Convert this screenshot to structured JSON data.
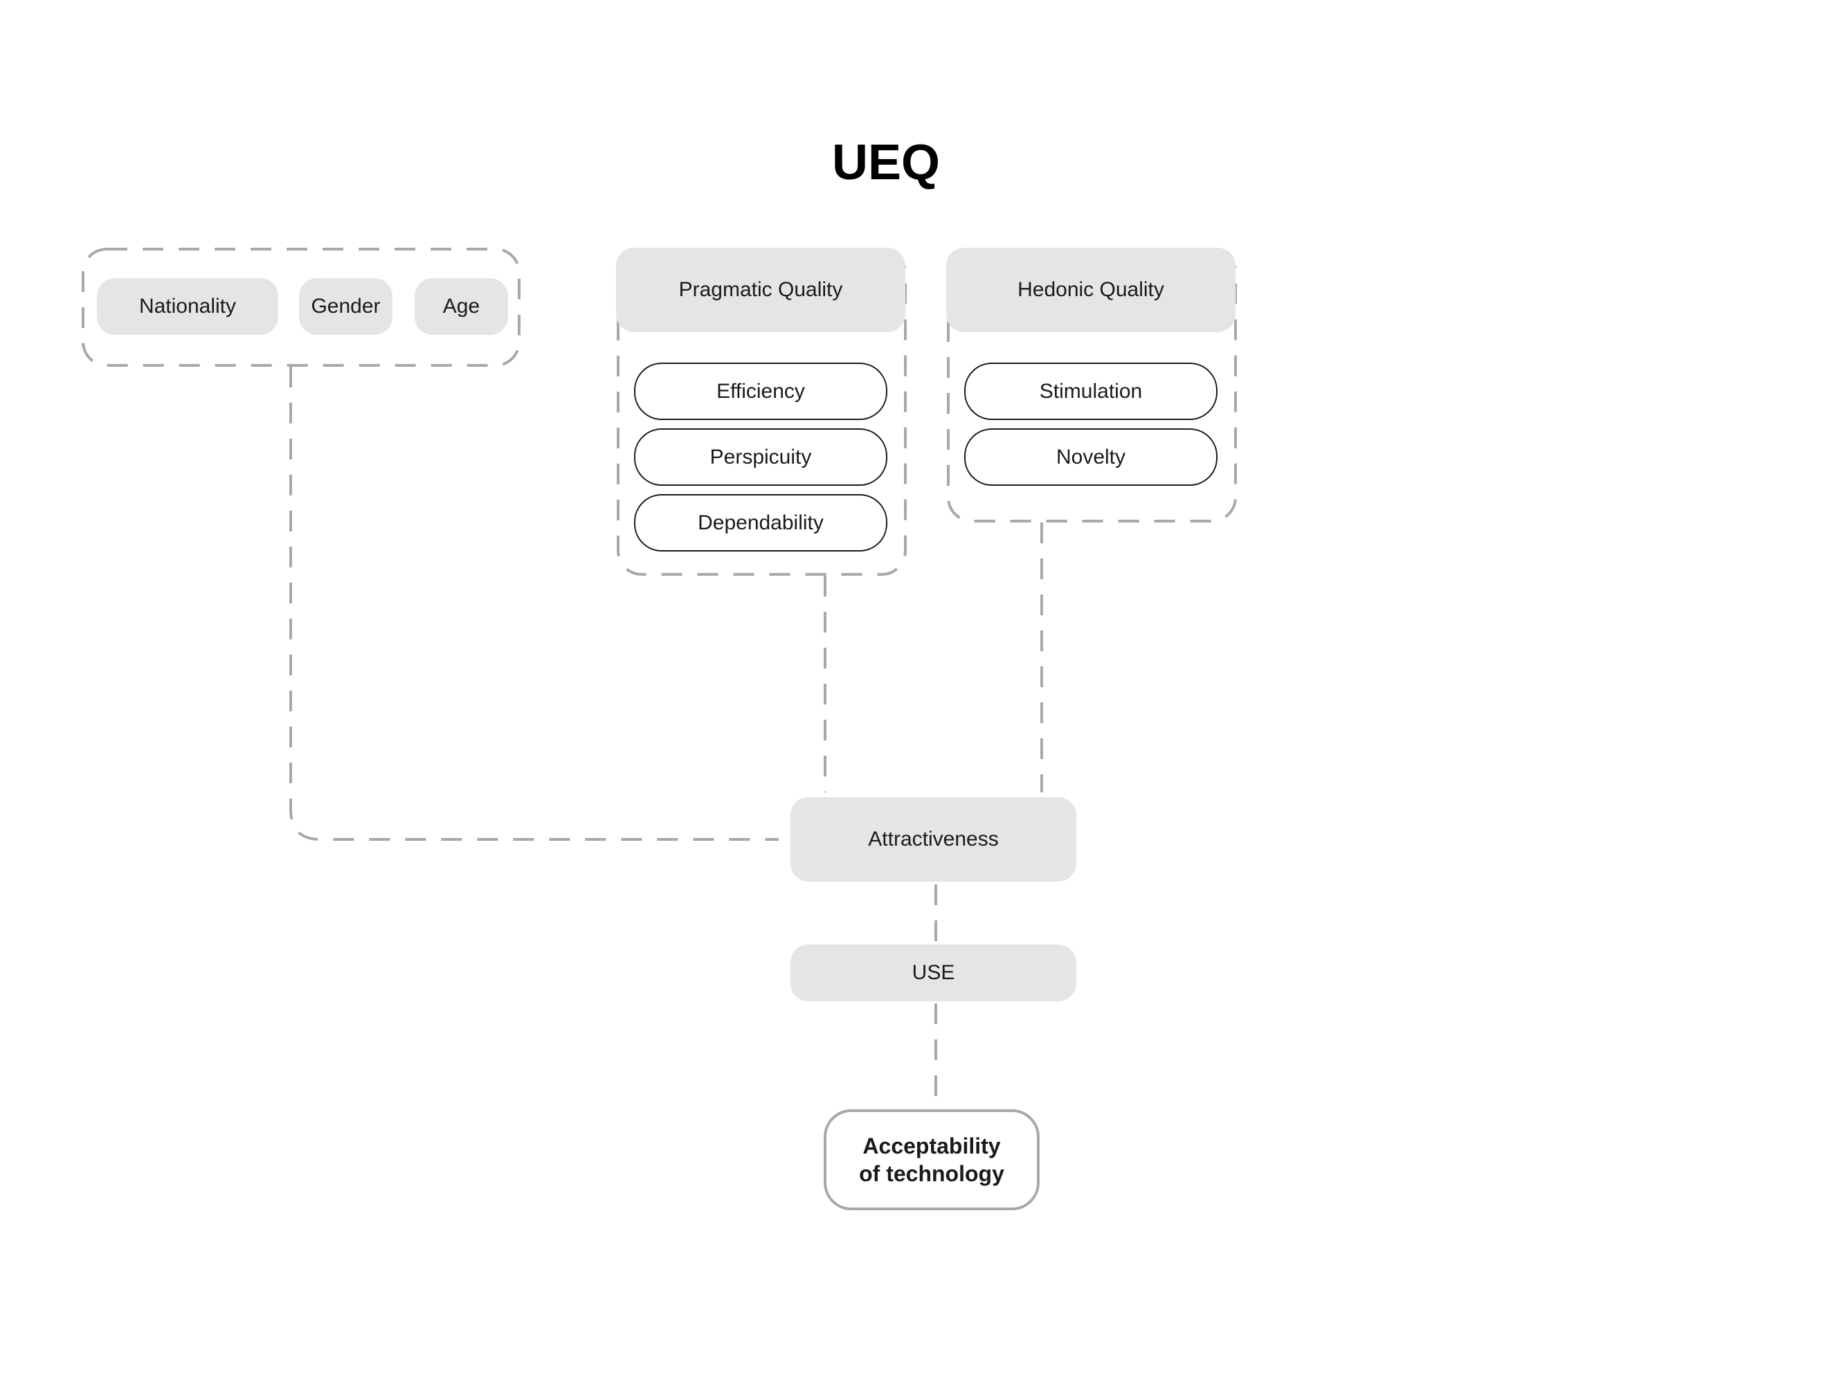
{
  "diagram": {
    "title": "UEQ",
    "demographics": {
      "items": [
        "Nationality",
        "Gender",
        "Age"
      ]
    },
    "pragmatic": {
      "label": "Pragmatic Quality",
      "items": [
        "Efficiency",
        "Perspicuity",
        "Dependability"
      ]
    },
    "hedonic": {
      "label": "Hedonic Quality",
      "items": [
        "Stimulation",
        "Novelty"
      ]
    },
    "attractiveness": "Attractiveness",
    "use": "USE",
    "outcome": {
      "line1": "Acceptability",
      "line2": "of technology"
    }
  },
  "colors": {
    "node_fill": "#e5e5e5",
    "dashed_line": "#a8a8a8",
    "pill_border": "#1a1a1a"
  }
}
